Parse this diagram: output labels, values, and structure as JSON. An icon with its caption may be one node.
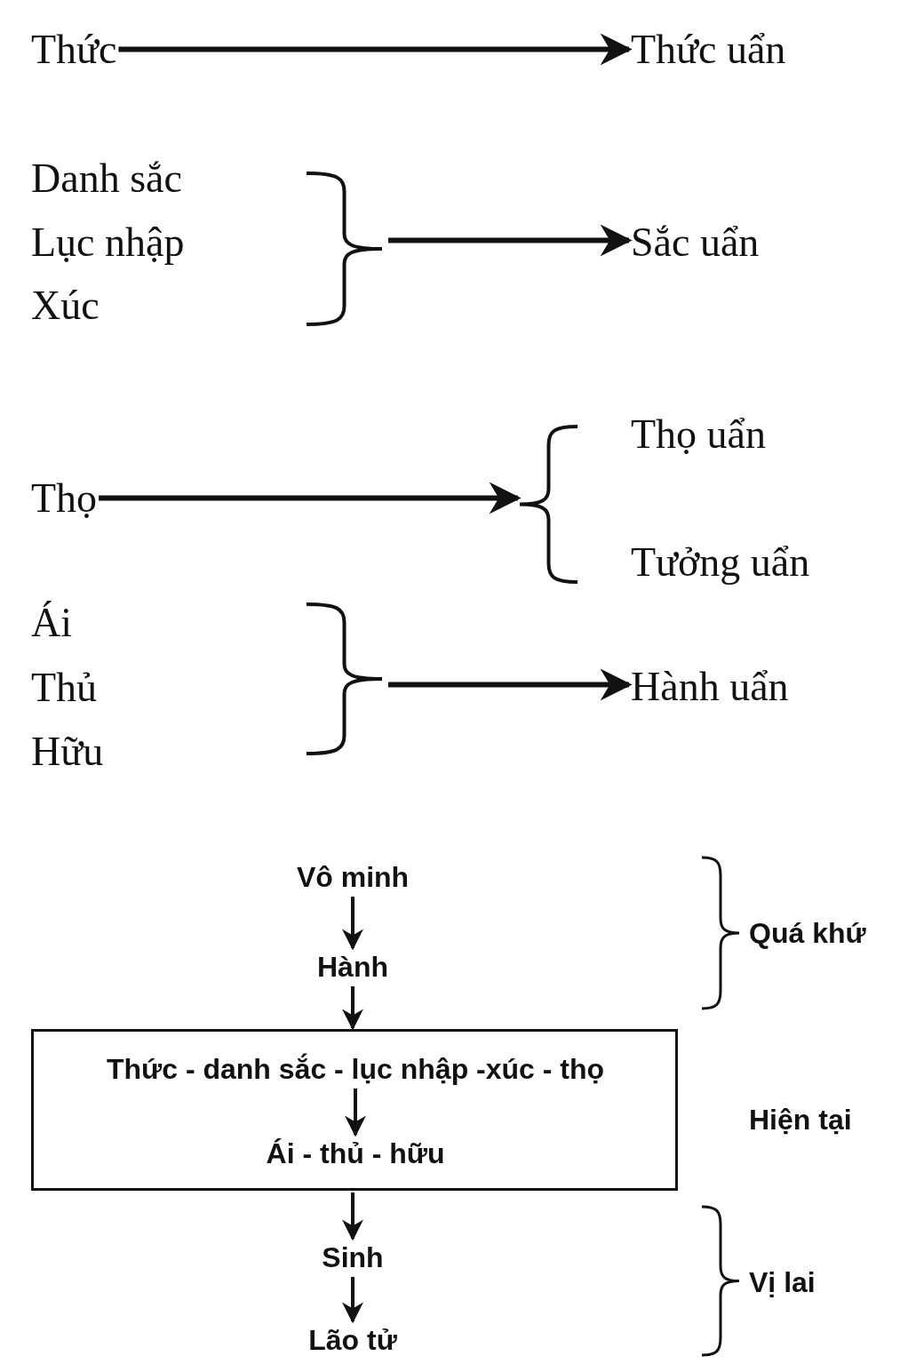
{
  "diagram": {
    "nodes": [
      {
        "text": [
          "Thức"
        ]
      },
      {
        "text": [
          "Thức uẩn"
        ]
      },
      {
        "text": [
          "Danh sắc",
          "Lục nhập",
          "Xúc"
        ]
      },
      {
        "text": [
          "Sắc uẩn"
        ]
      },
      {
        "text": [
          "Thọ"
        ]
      },
      {
        "text": [
          "Thọ uẩn",
          "Tưởng uẩn"
        ]
      },
      {
        "text": [
          "Ái",
          "Thủ",
          "Hữu"
        ]
      },
      {
        "text": [
          "Hành uẩn"
        ]
      },
      {
        "text": [
          "Vô minh"
        ]
      },
      {
        "text": [
          "Hành"
        ]
      },
      {
        "text": [],
        "shape": "box"
      },
      {
        "text": [
          "Thức - danh sắc - lục nhập -xúc - thọ"
        ],
        "in": 10
      },
      {
        "text": [
          "Ái - thủ - hữu"
        ],
        "in": 10
      },
      {
        "text": [
          "Sinh"
        ]
      },
      {
        "text": [
          "Lão tử"
        ]
      }
    ],
    "edges": [
      {
        "from": 0,
        "to": 1,
        "arrow": "to"
      },
      {
        "from": 2,
        "to": 3,
        "arrow": "to"
      },
      {
        "from": 4,
        "to": 5,
        "arrow": "to"
      },
      {
        "from": 6,
        "to": 7,
        "arrow": "to"
      },
      {
        "from": 8,
        "to": 9,
        "arrow": "to"
      },
      {
        "from": 9,
        "to": 10,
        "arrow": "to"
      },
      {
        "from": 11,
        "to": 12,
        "arrow": "to"
      },
      {
        "from": 10,
        "to": 13,
        "arrow": "to"
      },
      {
        "from": 13,
        "to": 14,
        "arrow": "to"
      }
    ],
    "labels": [
      "Quá khứ",
      "Hiện tại",
      "Vị lai"
    ]
  }
}
